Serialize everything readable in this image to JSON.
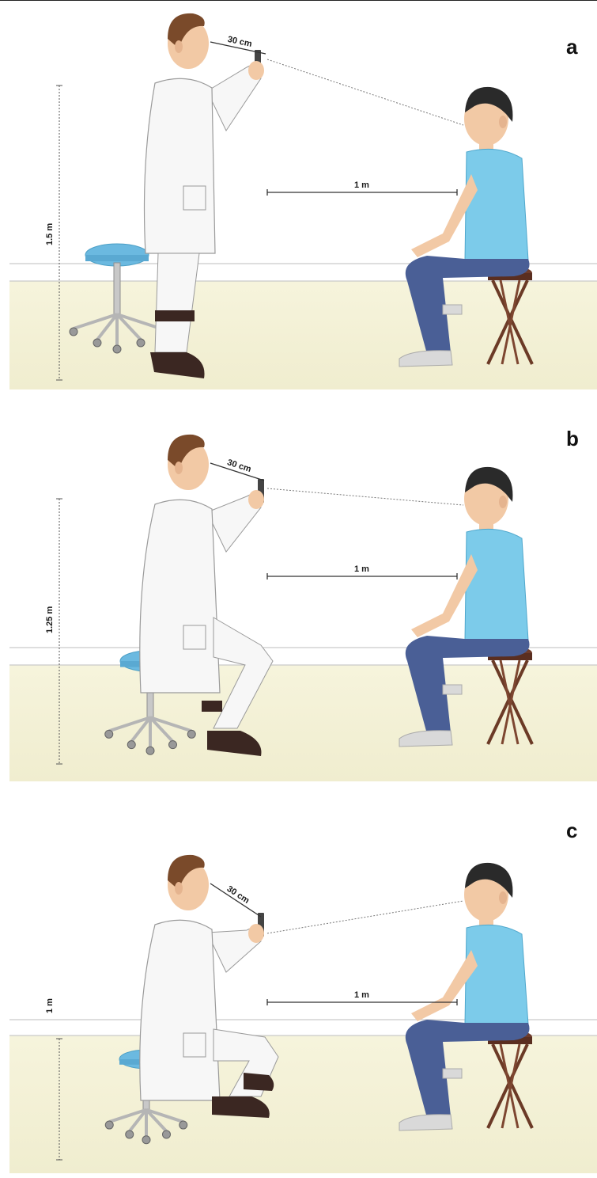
{
  "panels": [
    {
      "label": "a",
      "height_label": "1.5 m",
      "eye_distance_label": "30 cm",
      "subject_distance_label": "1 m",
      "examiner_posture": "standing"
    },
    {
      "label": "b",
      "height_label": "1.25 m",
      "eye_distance_label": "30 cm",
      "subject_distance_label": "1 m",
      "examiner_posture": "seated"
    },
    {
      "label": "c",
      "height_label": "1 m",
      "eye_distance_label": "30 cm",
      "subject_distance_label": "1 m",
      "examiner_posture": "crouching"
    }
  ],
  "colors": {
    "background": "#ffffff",
    "floor": "#f3f1d6",
    "wall_line": "#c9c9c9",
    "coat": "#f7f7f7",
    "coat_outline": "#9a9a9a",
    "skin": "#f2c9a5",
    "hair_examiner": "#7a4a2a",
    "hair_subject": "#2a2a2a",
    "shirt": "#7ccbea",
    "jeans": "#4a5f96",
    "stool_seat": "#6bb9e0",
    "stool_metal": "#c8c8c8",
    "chair_seat": "#6e3b2a",
    "shoe_dark": "#3b2722",
    "shoe_light": "#d9d9d9",
    "phone": "#444444",
    "line": "#333333"
  }
}
